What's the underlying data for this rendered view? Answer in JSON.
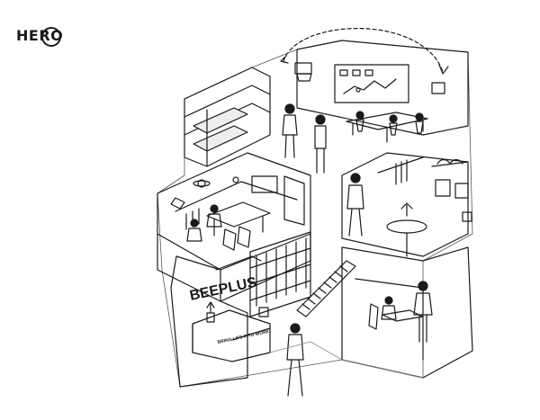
{
  "logo": {
    "text": "HERO"
  },
  "sign": {
    "brand": "BEEPLUS",
    "tagline": "BRING LIFE INTO WORK"
  },
  "colors": {
    "ink": "#1a1a1a",
    "background": "#ffffff",
    "shade": "#d9d9d9"
  }
}
